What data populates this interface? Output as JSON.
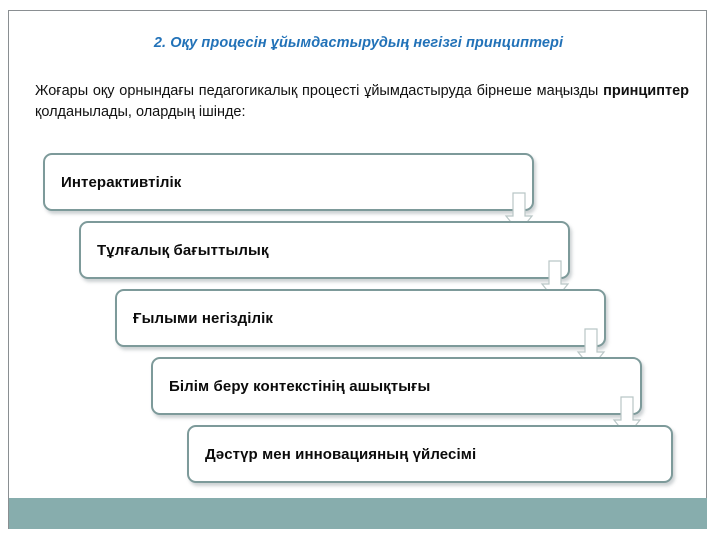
{
  "slide": {
    "title": "2. Оқу процесін ұйымдастырудың негізгі принциптері",
    "title_color": "#2272b8",
    "intro_before_bold": "Жоғары оқу орнындағы педагогикалық процесті ұйымдастыруда бірнеше маңызды ",
    "intro_bold": "принциптер",
    "intro_after_bold": " қолданылады, олардың ішінде:",
    "accent_color": "#87adad",
    "box_border_color": "#7d9a9a"
  },
  "diagram": {
    "type": "staircase",
    "arrow_icon": "arrow-down-icon",
    "steps": [
      {
        "label": "Интерактивтілік"
      },
      {
        "label": "Тұлғалық бағыттылық"
      },
      {
        "label": "Ғылыми негізділік"
      },
      {
        "label": "Білім беру контекстінің ашықтығы"
      },
      {
        "label": "Дәстүр мен инновацияның үйлесімі"
      }
    ]
  }
}
